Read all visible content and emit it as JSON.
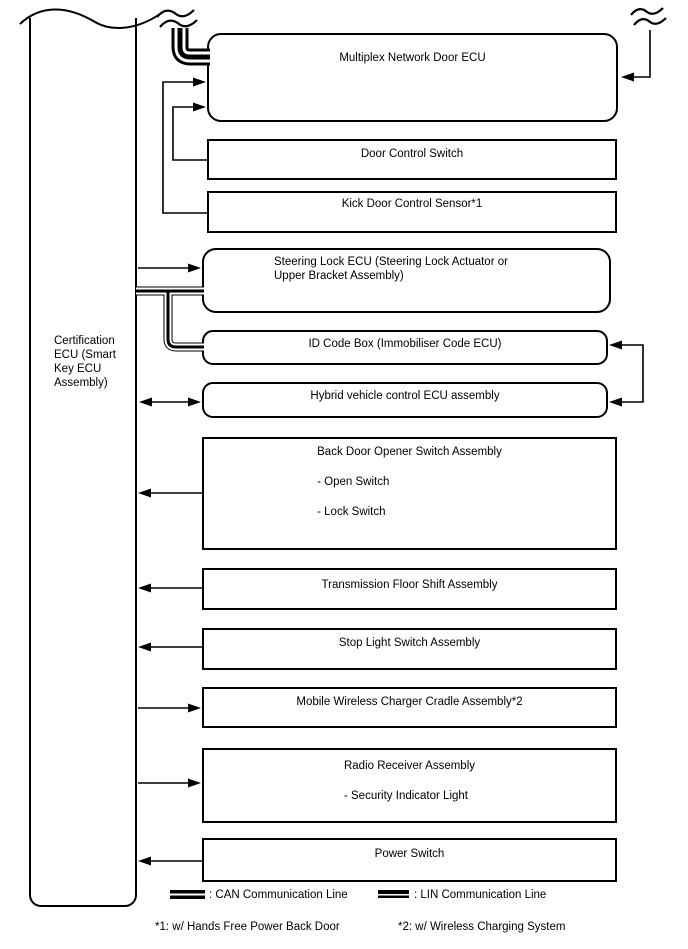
{
  "diagram": {
    "cert_ecu": {
      "label": "Certification ECU (Smart Key ECU Assembly)"
    },
    "boxes": [
      {
        "id": "multiplex",
        "label": "Multiplex Network Door ECU"
      },
      {
        "id": "door_switch",
        "label": "Door Control Switch"
      },
      {
        "id": "kick_sensor",
        "label": "Kick Door Control Sensor*1"
      },
      {
        "id": "steering_lock",
        "label": "Steering Lock ECU (Steering Lock Actuator or Upper Bracket Assembly)"
      },
      {
        "id": "id_code_box",
        "label": "ID Code Box (Immobiliser Code ECU)"
      },
      {
        "id": "hybrid_ecu",
        "label": "Hybrid vehicle control ECU assembly"
      },
      {
        "id": "back_door",
        "label": "Back Door Opener Switch Assembly",
        "items": [
          "- Open Switch",
          "- Lock Switch"
        ]
      },
      {
        "id": "transmission",
        "label": "Transmission Floor Shift Assembly"
      },
      {
        "id": "stop_light",
        "label": "Stop Light Switch Assembly"
      },
      {
        "id": "mobile_charger",
        "label": "Mobile Wireless Charger Cradle Assembly*2"
      },
      {
        "id": "radio_receiver",
        "label": "Radio Receiver Assembly",
        "items": [
          "- Security Indicator Light"
        ]
      },
      {
        "id": "power_switch",
        "label": "Power Switch"
      }
    ],
    "legend": {
      "can_label": ": CAN Communication Line",
      "lin_label": ": LIN Communication Line"
    },
    "footnotes": {
      "f1": "*1: w/ Hands Free Power Back Door",
      "f2": "*2: w/ Wireless Charging System"
    },
    "colors": {
      "line": "#000000",
      "background": "#ffffff"
    }
  }
}
